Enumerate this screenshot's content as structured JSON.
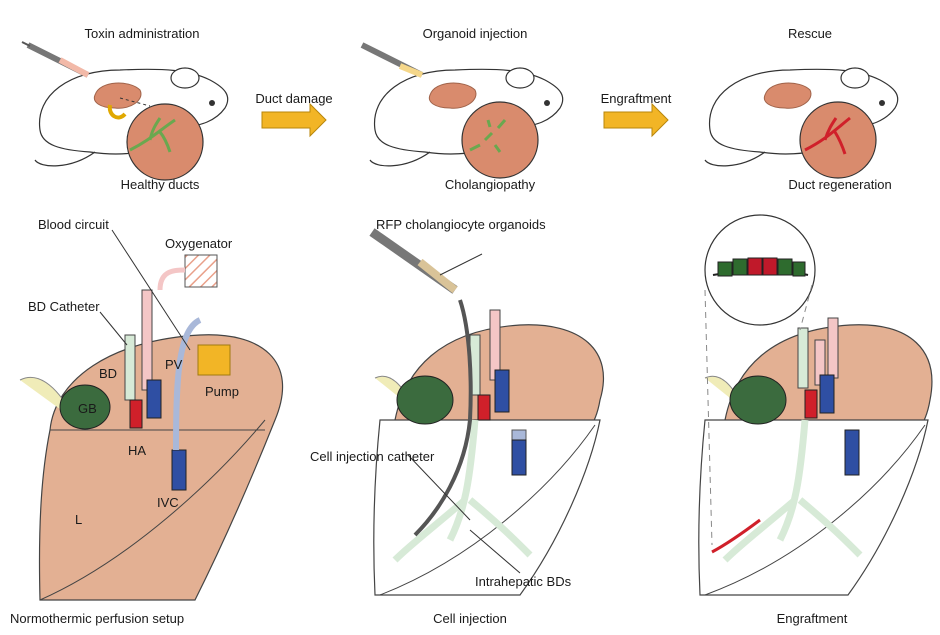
{
  "top_row": {
    "step1_title": "Toxin administration",
    "step1_caption": "Healthy ducts",
    "arrow1_label": "Duct damage",
    "step2_title": "Organoid injection",
    "step2_caption": "Cholangiopathy",
    "arrow2_label": "Engraftment",
    "step3_title": "Rescue",
    "step3_caption": "Duct regeneration"
  },
  "panel_perfusion": {
    "blood_circuit": "Blood circuit",
    "oxygenator": "Oxygenator",
    "bd_catheter": "BD Catheter",
    "bd": "BD",
    "pv": "PV",
    "pump": "Pump",
    "gb": "GB",
    "ha": "HA",
    "ivc": "IVC",
    "liver": "L",
    "caption": "Normothermic perfusion setup"
  },
  "panel_injection": {
    "organoids": "RFP cholangiocyte organoids",
    "catheter": "Cell injection catheter",
    "intrahepatic": "Intrahepatic BDs",
    "caption": "Cell injection"
  },
  "panel_engraftment": {
    "caption": "Engraftment"
  },
  "colors": {
    "liver": "#e3b093",
    "gallbladder": "#3b6b3e",
    "duct_green": "#d7ead7",
    "artery_red": "#d0202a",
    "vein_blue": "#2f4fa3",
    "arrow_yellow": "#f2b526"
  }
}
